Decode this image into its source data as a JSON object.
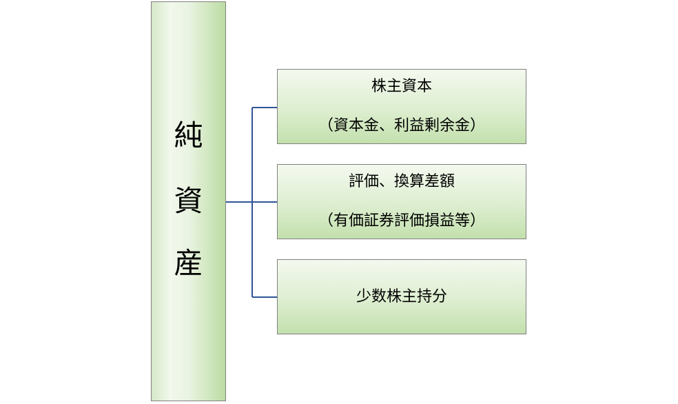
{
  "root": {
    "chars": [
      "純",
      "資",
      "産"
    ]
  },
  "children": [
    {
      "line1": "株主資本",
      "line2": "（資本金、利益剰余金）"
    },
    {
      "line1": "評価、換算差額",
      "line2": "（有価証券評価損益等）"
    },
    {
      "line1": "少数株主持分"
    }
  ],
  "colors": {
    "connector": "#2f5597",
    "border": "#7f7f7f"
  }
}
